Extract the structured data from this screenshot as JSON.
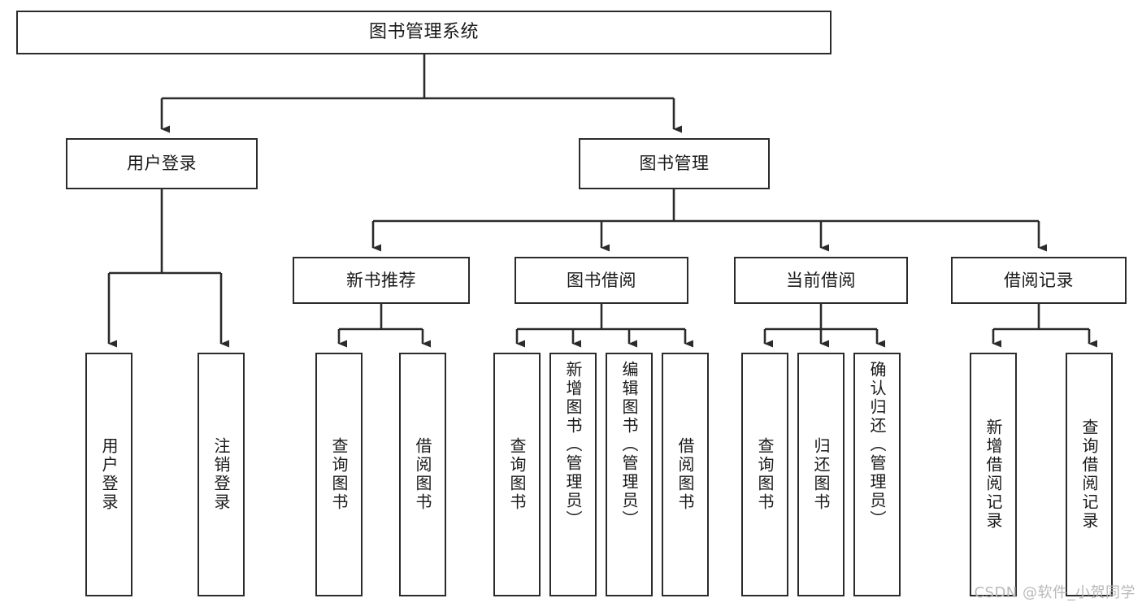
{
  "diagram": {
    "title": "图书管理系统",
    "type": "tree-hierarchy",
    "watermark": "CSDN @软件_小贺同学",
    "colors": {
      "background": "#ffffff",
      "box_border": "#2b2b2b",
      "box_fill": "#ffffff",
      "text": "#1a1a1a",
      "edge": "#2b2b2b",
      "watermark": "#b9b9b9"
    },
    "root": {
      "label": "图书管理系统"
    },
    "level2": [
      {
        "label": "用户登录"
      },
      {
        "label": "图书管理"
      }
    ],
    "level3": [
      {
        "label": "新书推荐"
      },
      {
        "label": "图书借阅"
      },
      {
        "label": "当前借阅"
      },
      {
        "label": "借阅记录"
      }
    ],
    "leaves": {
      "user_login": [
        {
          "label": "用户登录"
        },
        {
          "label": "注销登录"
        }
      ],
      "new_book_recommend": [
        {
          "label": "查询图书"
        },
        {
          "label": "借阅图书"
        }
      ],
      "book_borrow": [
        {
          "label": "查询图书"
        },
        {
          "label": "新增图书（管理员）"
        },
        {
          "label": "编辑图书（管理员）"
        },
        {
          "label": "借阅图书"
        }
      ],
      "current_borrow": [
        {
          "label": "查询图书"
        },
        {
          "label": "归还图书"
        },
        {
          "label": "确认归还（管理员）"
        }
      ],
      "borrow_record": [
        {
          "label": "新增借阅记录"
        },
        {
          "label": "查询借阅记录"
        }
      ]
    }
  }
}
